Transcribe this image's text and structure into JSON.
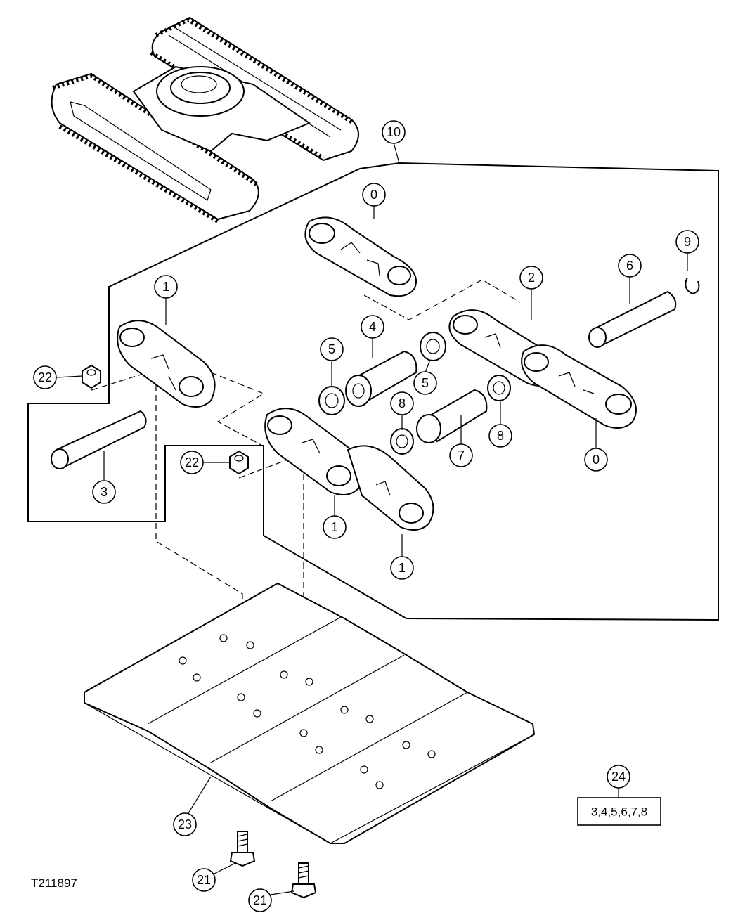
{
  "figure_id": "T211897",
  "callouts": {
    "c10": "10",
    "c0a": "0",
    "c0b": "0",
    "c1a": "1",
    "c1b": "1",
    "c1c": "1",
    "c2": "2",
    "c3": "3",
    "c4": "4",
    "c5a": "5",
    "c5b": "5",
    "c6": "6",
    "c7": "7",
    "c8a": "8",
    "c8b": "8",
    "c9": "9",
    "c21a": "21",
    "c21b": "21",
    "c22a": "22",
    "c22b": "22",
    "c23": "23",
    "c24": "24"
  },
  "kit_contents": "3,4,5,6,7,8"
}
